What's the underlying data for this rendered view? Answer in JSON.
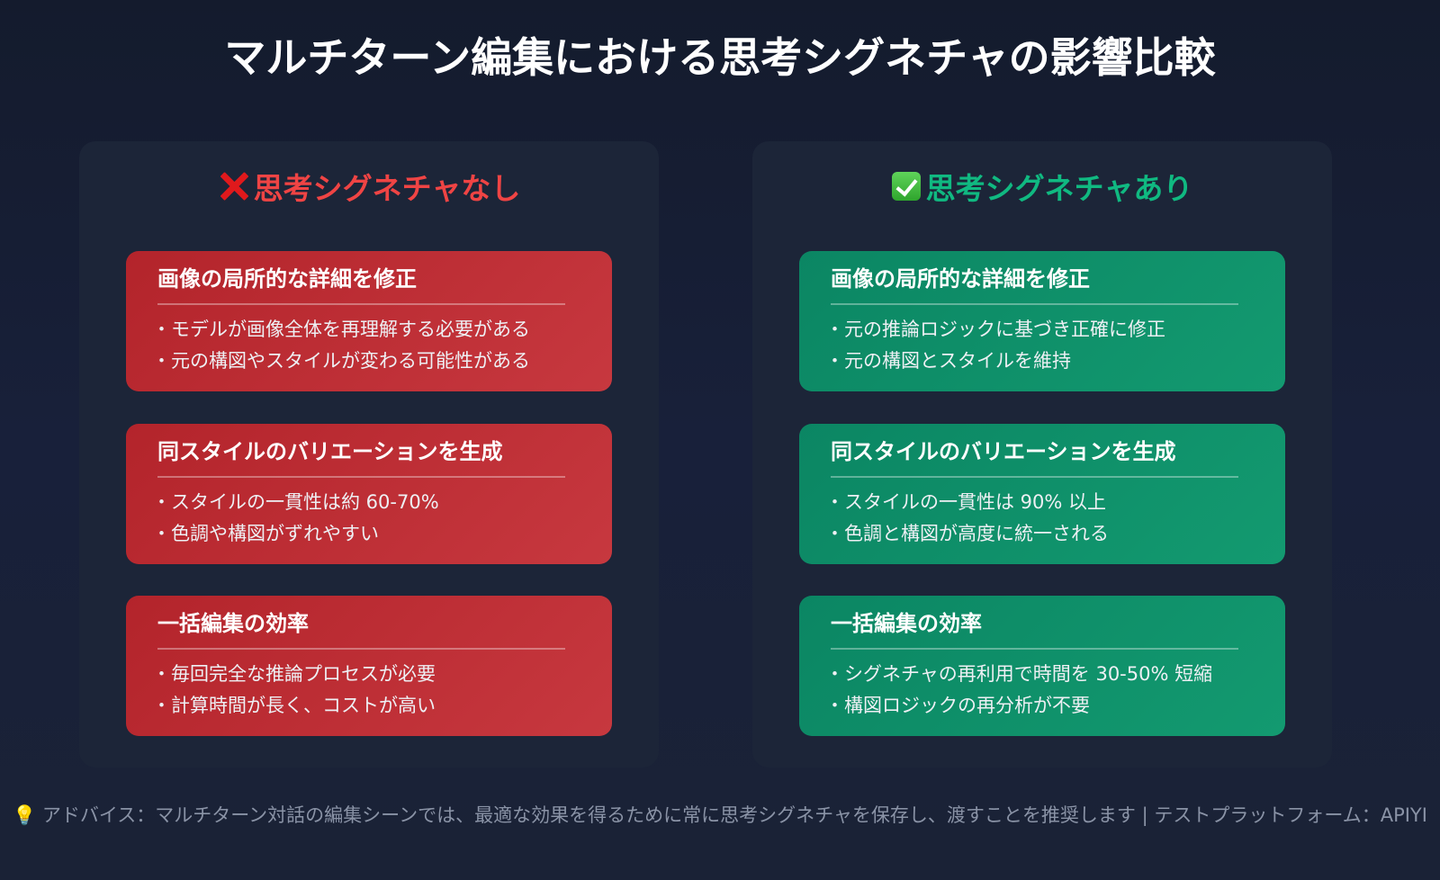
{
  "title": "マルチターン編集における思考シグネチャの影響比較",
  "colors": {
    "background": "#151c2e",
    "panel": "#1c2538",
    "negative_accent": "#ef4444",
    "negative_card": "#be2f36",
    "positive_accent": "#10b981",
    "positive_card": "#0f8f68",
    "footer_text": "#8a93a6"
  },
  "panels": [
    {
      "icon": "cross-mark-icon",
      "heading": "思考シグネチャなし",
      "cards": [
        {
          "title": "画像の局所的な詳細を修正",
          "items": [
            "モデルが画像全体を再理解する必要がある",
            "元の構図やスタイルが変わる可能性がある"
          ]
        },
        {
          "title": "同スタイルのバリエーションを生成",
          "items": [
            "スタイルの一貫性は約 60-70%",
            "色調や構図がずれやすい"
          ]
        },
        {
          "title": "一括編集の効率",
          "items": [
            "毎回完全な推論プロセスが必要",
            "計算時間が長く、コストが高い"
          ]
        }
      ]
    },
    {
      "icon": "check-mark-icon",
      "heading": "思考シグネチャあり",
      "cards": [
        {
          "title": "画像の局所的な詳細を修正",
          "items": [
            "元の推論ロジックに基づき正確に修正",
            "元の構図とスタイルを維持"
          ]
        },
        {
          "title": "同スタイルのバリエーションを生成",
          "items": [
            "スタイルの一貫性は 90% 以上",
            "色調と構図が高度に統一される"
          ]
        },
        {
          "title": "一括編集の効率",
          "items": [
            "シグネチャの再利用で時間を 30-50% 短縮",
            "構図ロジックの再分析が不要"
          ]
        }
      ]
    }
  ],
  "footer": "💡 アドバイス：マルチターン対話の編集シーンでは、最適な効果を得るために常に思考シグネチャを保存し、渡すことを推奨します | テストプラットフォーム：APIYI"
}
